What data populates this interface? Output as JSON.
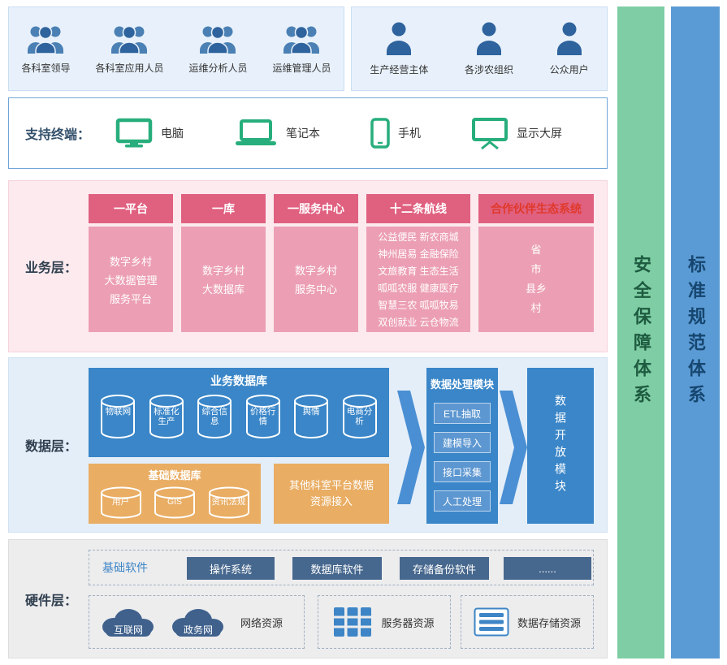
{
  "users": {
    "internal_groups": [
      {
        "label": "各科室领导"
      },
      {
        "label": "各科室应用人员"
      },
      {
        "label": "运维分析人员"
      },
      {
        "label": "运维管理人员"
      }
    ],
    "external_groups": [
      {
        "label": "生产经营主体"
      },
      {
        "label": "各涉农组织"
      },
      {
        "label": "公众用户"
      }
    ]
  },
  "terminals": {
    "label": "支持终端：",
    "items": [
      {
        "label": "电脑",
        "icon": "desktop-monitor-icon"
      },
      {
        "label": "笔记本",
        "icon": "laptop-icon"
      },
      {
        "label": "手机",
        "icon": "phone-icon"
      },
      {
        "label": "显示大屏",
        "icon": "large-display-icon"
      }
    ]
  },
  "business_layer": {
    "label": "业务层：",
    "columns": [
      {
        "header": "一平台",
        "lines": [
          "数字乡村",
          "大数据管理",
          "服务平台"
        ]
      },
      {
        "header": "一库",
        "lines": [
          "数字乡村",
          "大数据库"
        ]
      },
      {
        "header": "一服务中心",
        "lines": [
          "数字乡村",
          "服务中心"
        ]
      },
      {
        "header": "十二条航线",
        "lines": [
          "公益便民 新农商城",
          "神州居易 金融保险",
          "文旅教育 生态生活",
          "呱呱农服 健康医疗",
          "智慧三农 呱呱牧易",
          "双创就业 云仓物流"
        ]
      },
      {
        "header": "合作伙伴生态系统",
        "lines": [
          "省",
          "市",
          "县乡",
          "村"
        ]
      }
    ]
  },
  "data_layer": {
    "label": "数据层：",
    "business_db": {
      "title": "业务数据库",
      "cylinders": [
        "物联网",
        "标准化生产",
        "综合信息",
        "价格行情",
        "舆情",
        "电商分析"
      ]
    },
    "basic_db": {
      "title": "基础数据库",
      "cylinders": [
        "用户",
        "GIS",
        "资讯法规"
      ]
    },
    "other_access": "其他科室平台数据资源接入",
    "processing": {
      "title": "数据处理模块",
      "items": [
        "ETL抽取",
        "建模导入",
        "接口采集",
        "人工处理"
      ]
    },
    "open_module": "数据开放模块"
  },
  "hardware_layer": {
    "label": "硬件层：",
    "base_software": {
      "title": "基础软件",
      "items": [
        "操作系统",
        "数据库软件",
        "存储备份软件",
        "......"
      ]
    },
    "network": {
      "clouds": [
        "互联网",
        "政务网"
      ],
      "label": "网络资源"
    },
    "server_label": "服务器资源",
    "storage_label": "数据存储资源"
  },
  "side_bars": {
    "security": "安全保障体系",
    "standards": "标准规范体系"
  },
  "colors": {
    "user_panel_bg": "#e8f1fb",
    "person_icon_blue": "#2f639d",
    "terminal_green": "#27ae7c",
    "business_panel_bg": "#fdeaef",
    "column_header_pink": "#e0607f",
    "column_body_pink": "#ec9fb4",
    "partner_header_red": "#e0392b",
    "data_panel_bg": "#e4eef9",
    "primary_blue": "#3a86c8",
    "orange_db": "#e9ad63",
    "hardware_panel_bg": "#ededee",
    "hardware_box_slate": "#47688e",
    "security_bar_green": "#7ecda4",
    "standards_bar_blue": "#5b9bd5"
  }
}
